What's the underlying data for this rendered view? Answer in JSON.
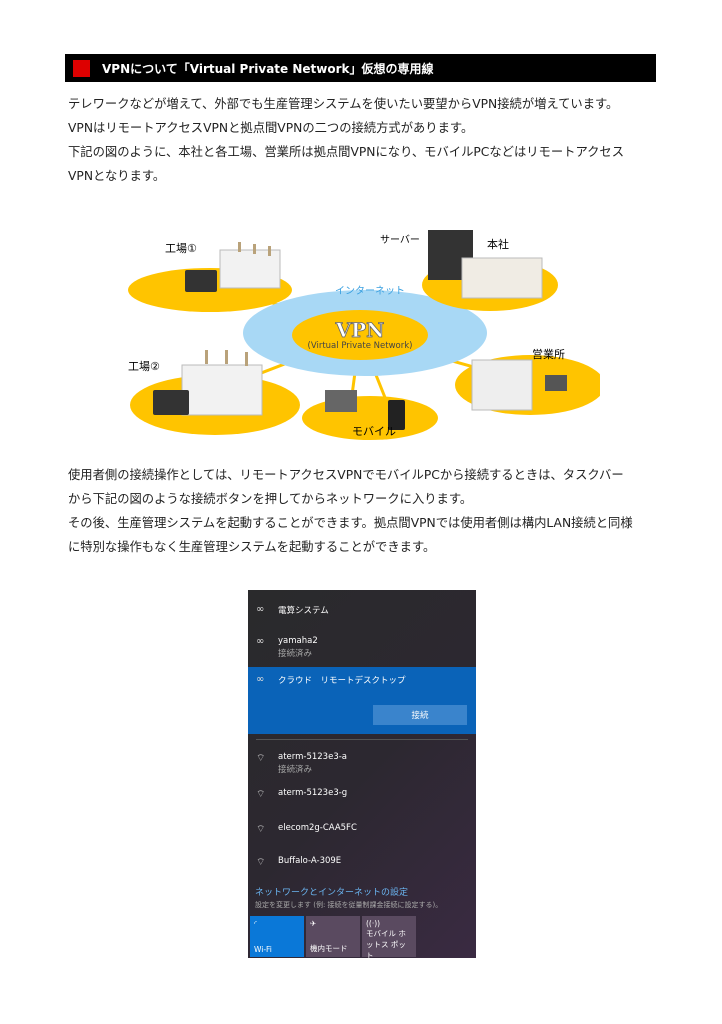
{
  "header": {
    "title": "VPNについて「Virtual Private Network」仮想の専用線"
  },
  "intro": [
    "テレワークなどが増えて、外部でも生産管理システムを使いたい要望からVPN接続が増えています。",
    "VPNはリモートアクセスVPNと拠点間VPNの二つの接続方式があります。",
    "下記の図のように、本社と各工場、営業所は拠点間VPNになり、モバイルPCなどはリモートアクセス",
    "VPNとなります。"
  ],
  "diagram": {
    "factory1": "工場①",
    "factory2": "工場②",
    "server": "サーバー",
    "hq": "本社",
    "sales": "営業所",
    "mobile": "モバイル",
    "internet": "インターネット",
    "vpn": "VPN",
    "vpn_full": "(Virtual Private Network)",
    "colors": {
      "hub": "#ffc400",
      "cloud": "#a8d8f5",
      "internet_text": "#3aa0e0"
    }
  },
  "body2": [
    "使用者側の接続操作としては、リモートアクセスVPNでモバイルPCから接続するときは、タスクバー",
    "から下記の図のような接続ボタンを押してからネットワークに入ります。",
    "その後、生産管理システムを起動することができます。拠点間VPNでは使用者側は構内LAN接続と同様",
    "に特別な操作もなく生産管理システムを起動することができます。"
  ],
  "network_panel": {
    "vpn_items": [
      {
        "name": "電算システム",
        "icon": "vpn-icon"
      },
      {
        "name": "yamaha2",
        "status": "接続済み",
        "icon": "vpn-icon"
      },
      {
        "name": "クラウド　リモートデスクトップ",
        "icon": "vpn-icon"
      }
    ],
    "connect_label": "接続",
    "wifi_items": [
      {
        "name": "aterm-5123e3-a",
        "status": "接続済み"
      },
      {
        "name": "aterm-5123e3-g"
      },
      {
        "name": "elecom2g-CAA5FC"
      },
      {
        "name": "Buffalo-A-309E"
      }
    ],
    "settings_link": "ネットワークとインターネットの設定",
    "settings_desc": "設定を変更します (例: 接続を従量制課金接続に設定する)。",
    "tiles": [
      {
        "label": "Wi-Fi",
        "icon": "wifi-icon",
        "active": true
      },
      {
        "label": "機内モード",
        "icon": "airplane-icon",
        "active": false
      },
      {
        "label": "モバイル ホットス ポット",
        "icon": "hotspot-icon",
        "active": false
      }
    ],
    "accent": "#0a63b8"
  }
}
